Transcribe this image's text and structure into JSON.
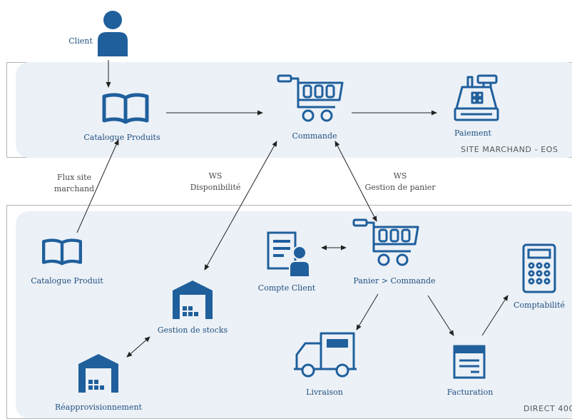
{
  "colors": {
    "icon": "#1f5f9c",
    "label": "#1f4f7f",
    "panel": "#ecf1f7",
    "border": "#b4b4b4"
  },
  "site_marchand": {
    "title": "SITE MARCHAND - EOS"
  },
  "direct": {
    "title": "DIRECT 400"
  },
  "nodes": {
    "client": "Client",
    "catalogue_produits": "Catalogue Produits",
    "commande": "Commande",
    "paiement": "Paiement",
    "catalogue_produit": "Catalogue Produit",
    "compte_client": "Compte Client",
    "panier_commande": "Panier > Commande",
    "comptabilite": "Comptabilité",
    "gestion_stocks": "Gestion de stocks",
    "livraison": "Livraison",
    "facturation": "Facturation",
    "reapprovisionnement": "Réapprovisionnement"
  },
  "edge_labels": {
    "flux_line1": "Flux site",
    "flux_line2": "marchand",
    "ws_dispo_line1": "WS",
    "ws_dispo_line2": "Disponibilité",
    "ws_panier_line1": "WS",
    "ws_panier_line2": "Gestion de panier"
  },
  "icons": [
    "person-icon",
    "book-icon",
    "cart-icon",
    "cash-register-icon",
    "account-form-icon",
    "calculator-icon",
    "warehouse-icon",
    "truck-icon",
    "invoice-icon"
  ]
}
